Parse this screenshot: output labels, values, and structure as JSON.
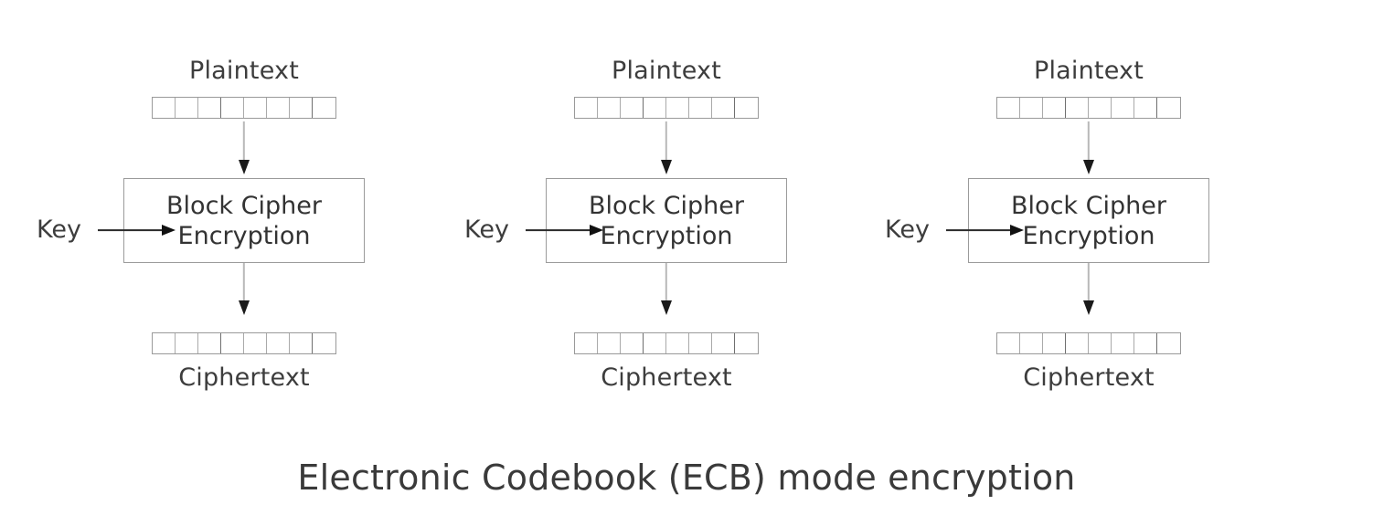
{
  "diagram": {
    "title": "Electronic Codebook (ECB) mode encryption",
    "type": "block-cipher-mode-diagram",
    "colors": {
      "background": "#ffffff",
      "text": "#3a3a3a",
      "box_border": "#9b9b9b",
      "bar_border": "#9a9a9a",
      "arrow_shaft_vertical": "#b9b9b9",
      "arrow_head": "#1a1a1a",
      "arrow_shaft_horizontal": "#2b2b2b"
    },
    "stages": [
      {
        "id": "stage-1",
        "plaintext_label": "Plaintext",
        "plaintext_cells": 8,
        "cipher_label_line1": "Block Cipher",
        "cipher_label_line2": "Encryption",
        "key_label": "Key",
        "ciphertext_cells": 8,
        "ciphertext_label": "Ciphertext"
      },
      {
        "id": "stage-2",
        "plaintext_label": "Plaintext",
        "plaintext_cells": 8,
        "cipher_label_line1": "Block Cipher",
        "cipher_label_line2": "Encryption",
        "key_label": "Key",
        "ciphertext_cells": 8,
        "ciphertext_label": "Ciphertext"
      },
      {
        "id": "stage-3",
        "plaintext_label": "Plaintext",
        "plaintext_cells": 8,
        "cipher_label_line1": "Block Cipher",
        "cipher_label_line2": "Encryption",
        "key_label": "Key",
        "ciphertext_cells": 8,
        "ciphertext_label": "Ciphertext"
      }
    ]
  }
}
